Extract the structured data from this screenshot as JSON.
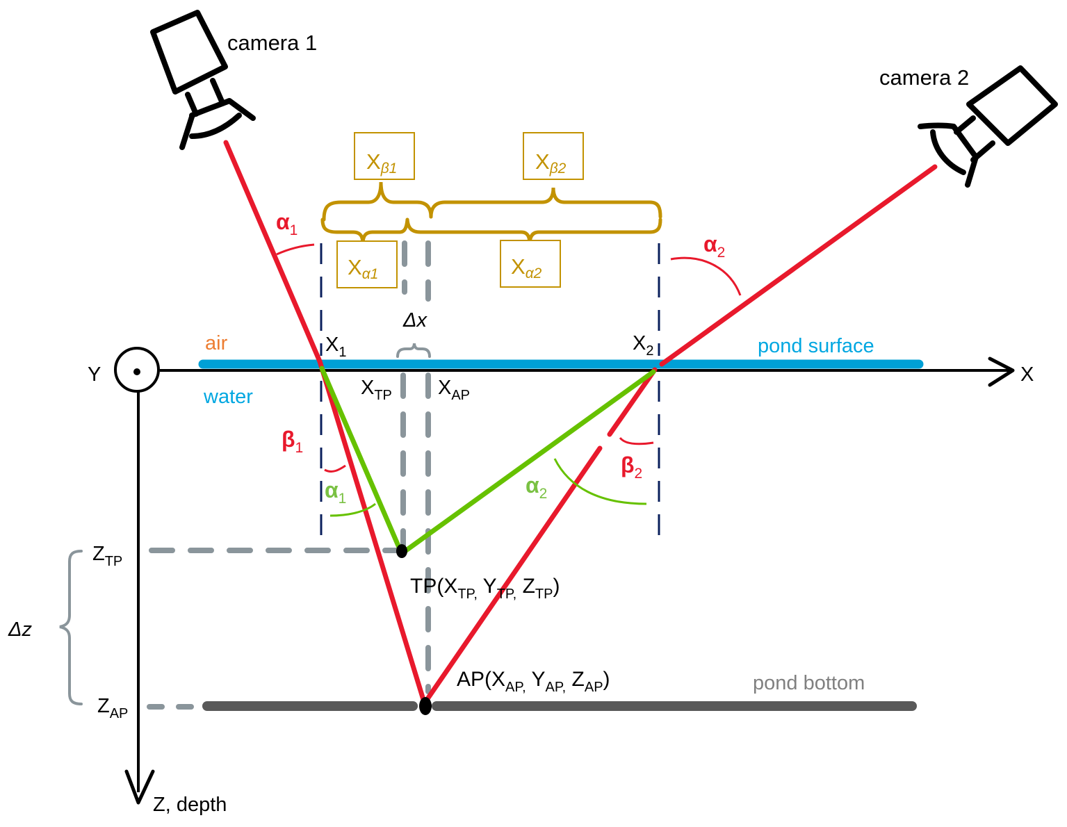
{
  "colors": {
    "ray_air": "#e8192c",
    "ray_water_apparent": "#7ac143",
    "pond_surface": "#00a0d6",
    "pond_bottom": "#595959",
    "brace": "#c29200",
    "normal_dashed": "#0a1f5c",
    "projection_dashed": "#8a959b",
    "axis": "#000000"
  },
  "cameras": [
    {
      "label": "camera 1"
    },
    {
      "label": "camera 2"
    }
  ],
  "media": {
    "air": "air",
    "water": "water",
    "pond_surface": "pond surface",
    "pond_bottom": "pond bottom"
  },
  "axes": {
    "x": "X",
    "y": "Y",
    "z": "Z, depth"
  },
  "points": {
    "x1": {
      "main": "X",
      "sub": "1"
    },
    "x2": {
      "main": "X",
      "sub": "2"
    },
    "xtp": {
      "main": "X",
      "sub": "TP"
    },
    "xap": {
      "main": "X",
      "sub": "AP"
    },
    "ztp": {
      "main": "Z",
      "sub": "TP"
    },
    "zap": {
      "main": "Z",
      "sub": "AP"
    },
    "tp": {
      "name": "TP(",
      "x": "X",
      "xs": "TP,",
      "y": " Y",
      "ys": "TP,",
      "z": " Z",
      "zs": "TP",
      "close": ")"
    },
    "ap": {
      "name": "AP(",
      "x": "X",
      "xs": "AP,",
      "y": " Y",
      "ys": "AP,",
      "z": " Z",
      "zs": "AP",
      "close": ")"
    }
  },
  "deltas": {
    "dx": "Δx",
    "dz": "Δz"
  },
  "angles": {
    "alpha1_air": {
      "main": "α",
      "sub": "1"
    },
    "alpha2_air": {
      "main": "α",
      "sub": "2"
    },
    "beta1": {
      "main": "β",
      "sub": "1"
    },
    "beta2": {
      "main": "β",
      "sub": "2"
    },
    "alpha1_water": {
      "main": "α",
      "sub": "1"
    },
    "alpha2_water": {
      "main": "α",
      "sub": "2"
    }
  },
  "boxes": {
    "xb1": {
      "main": "X",
      "sub": "β1"
    },
    "xb2": {
      "main": "X",
      "sub": "β2"
    },
    "xa1": {
      "main": "X",
      "sub": "α1"
    },
    "xa2": {
      "main": "X",
      "sub": "α2"
    }
  }
}
